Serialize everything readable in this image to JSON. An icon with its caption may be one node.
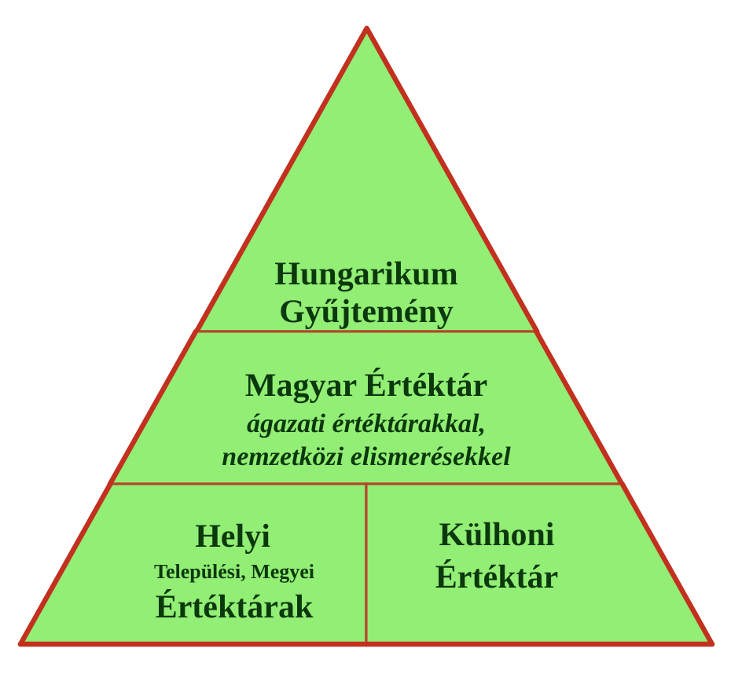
{
  "diagram": {
    "nodes": [
      {
        "text": [
          "Hungarikum Gyűjtemény"
        ]
      },
      {
        "text": [
          "Magyar Értéktár",
          "ágazati értéktárakkal, nemzetközi elismerésekkel"
        ]
      },
      {
        "text": [
          "Helyi",
          "Települési, Megyei",
          "Értéktárak"
        ]
      },
      {
        "text": [
          "Külhoni Értéktár"
        ]
      }
    ]
  }
}
